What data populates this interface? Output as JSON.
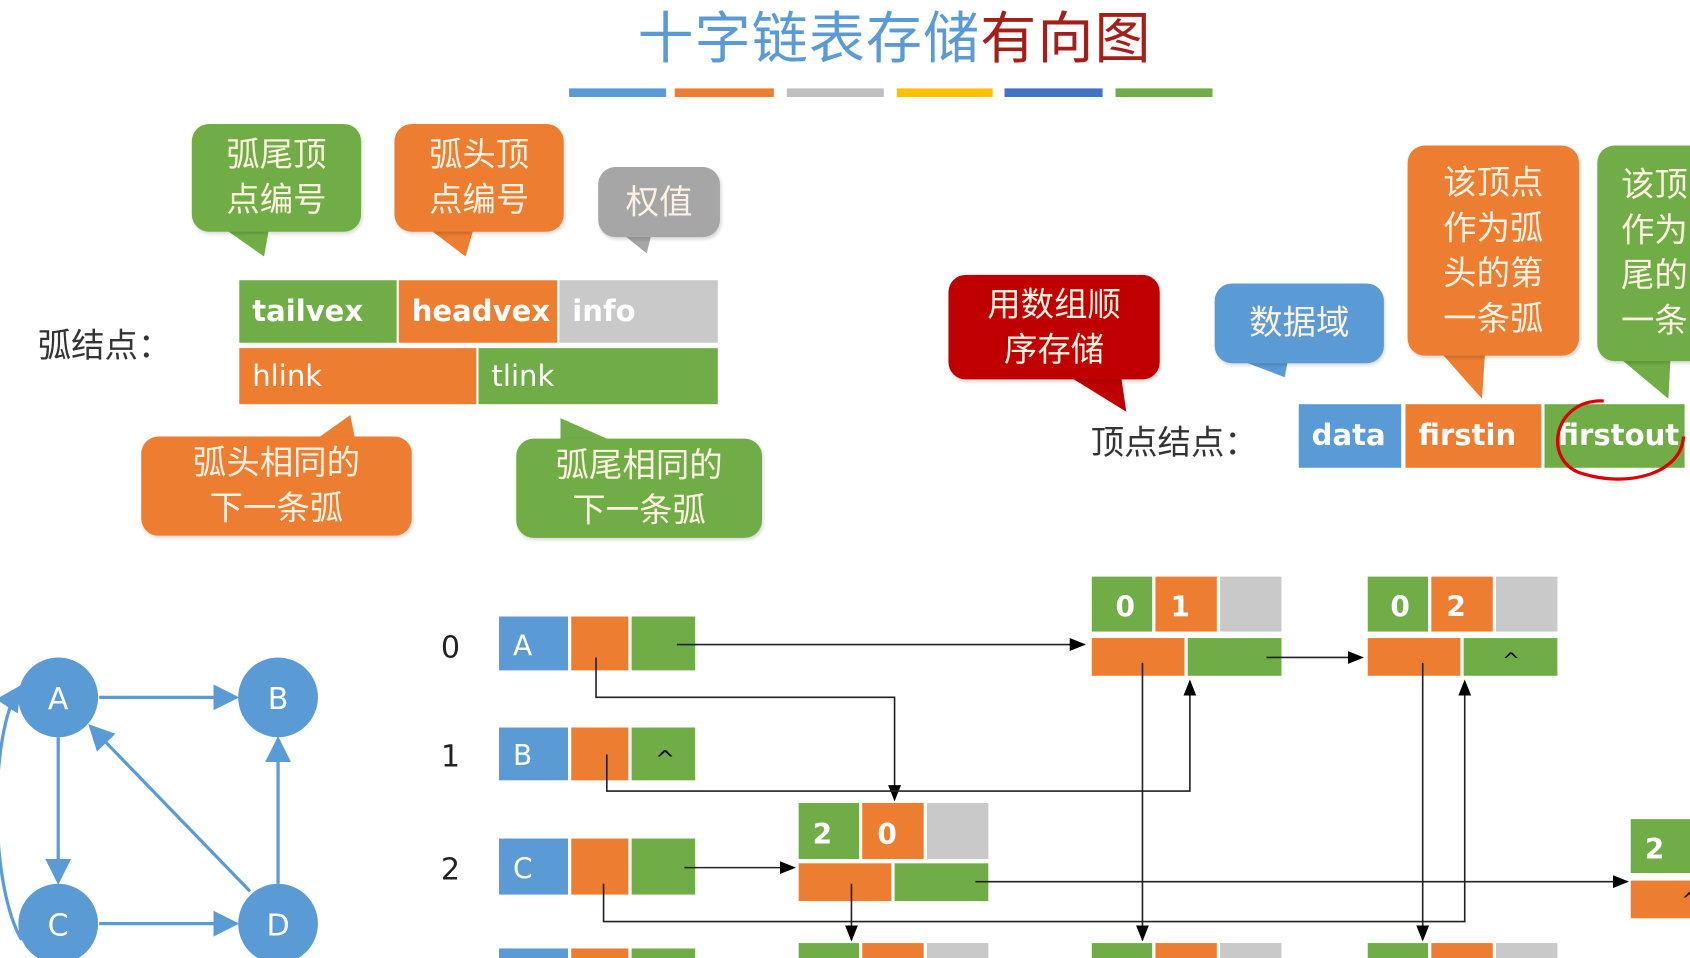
{
  "title": {
    "part1": "十字链表存储",
    "part2": "有向图"
  },
  "colors": {
    "blue": "#5b9bd5",
    "orange": "#ed7d31",
    "gray": "#c9c9c9",
    "yellow": "#ffc000",
    "darkblue": "#4472c4",
    "green": "#70ad47",
    "red": "#c00000"
  },
  "arc_node": {
    "label": "弧结点：",
    "fields": [
      "tailvex",
      "headvex",
      "info",
      "hlink",
      "tlink"
    ],
    "callouts": {
      "tailvex": "弧尾顶\n点编号",
      "headvex": "弧头顶\n点编号",
      "info": "权值",
      "hlink": "弧头相同的\n下一条弧",
      "tlink": "弧尾相同的\n下一条弧"
    }
  },
  "vertex_node": {
    "label": "顶点结点：",
    "fields": [
      "data",
      "firstin",
      "firstout"
    ],
    "callouts": {
      "array": "用数组顺\n序存储",
      "data": "数据域",
      "firstin": "该顶点\n作为弧\n头的第\n一条弧",
      "firstout": "该顶\n作为\n尾的\n一条"
    }
  },
  "graph": {
    "vertices": [
      "A",
      "B",
      "C",
      "D"
    ]
  },
  "table": {
    "indices": [
      "0",
      "1",
      "2"
    ],
    "rows": [
      {
        "data": "A",
        "out": ""
      },
      {
        "data": "B",
        "out": "^"
      },
      {
        "data": "C",
        "out": ""
      }
    ],
    "arcs": [
      {
        "tail": "0",
        "head": "1",
        "tlink": ""
      },
      {
        "tail": "0",
        "head": "2",
        "tlink": "^"
      },
      {
        "tail": "2",
        "head": "0",
        "tlink": ""
      },
      {
        "tail": "2",
        "head": "",
        "tlink": "^"
      }
    ]
  }
}
